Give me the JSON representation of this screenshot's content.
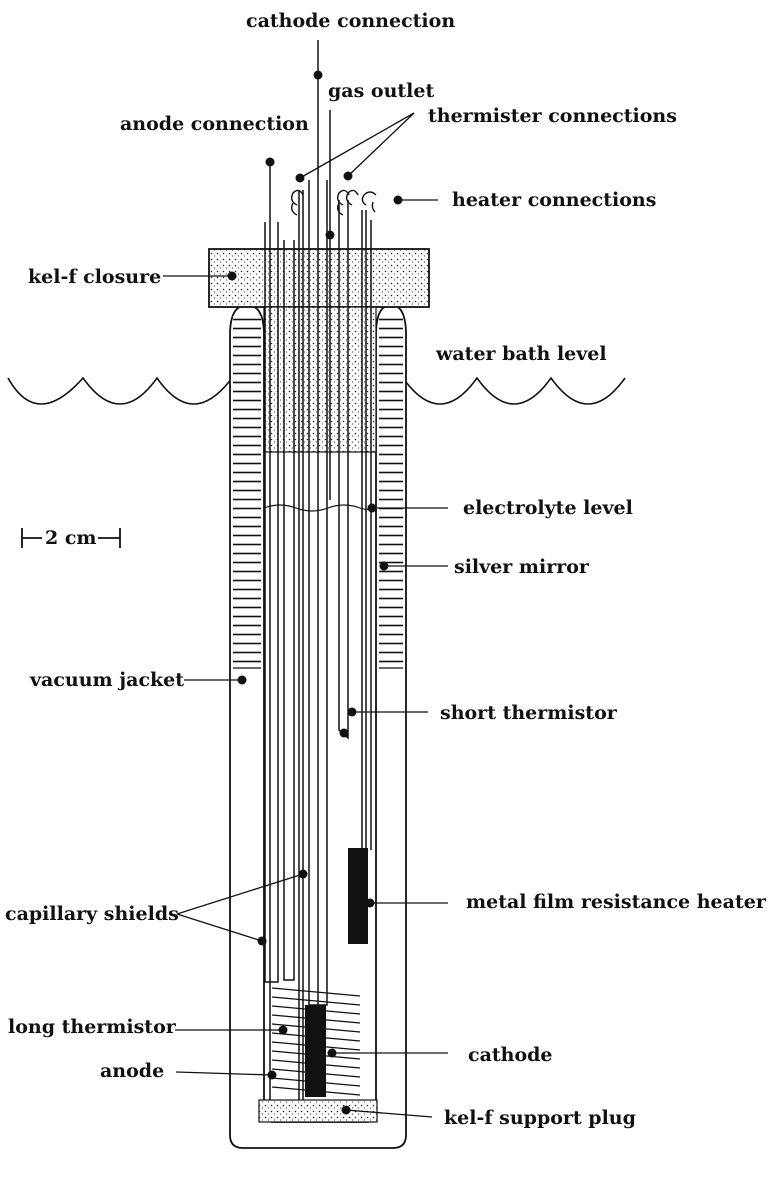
{
  "diagram": {
    "labels": {
      "cathode_connection": "cathode connection",
      "gas_outlet": "gas outlet",
      "thermister_connections": "thermister connections",
      "anode_connection": "anode connection",
      "heater_connections": "heater connections",
      "kelf_closure": "kel-f closure",
      "water_bath_level": "water bath level",
      "electrolyte_level": "electrolyte level",
      "scale": "2 cm",
      "silver_mirror": "silver mirror",
      "vacuum_jacket": "vacuum jacket",
      "short_thermistor": "short thermistor",
      "metal_film_heater": "metal film resistance heater",
      "capillary_shields": "capillary shields",
      "long_thermistor": "long thermistor",
      "cathode": "cathode",
      "anode": "anode",
      "kelf_support_plug": "kel-f support plug"
    }
  }
}
